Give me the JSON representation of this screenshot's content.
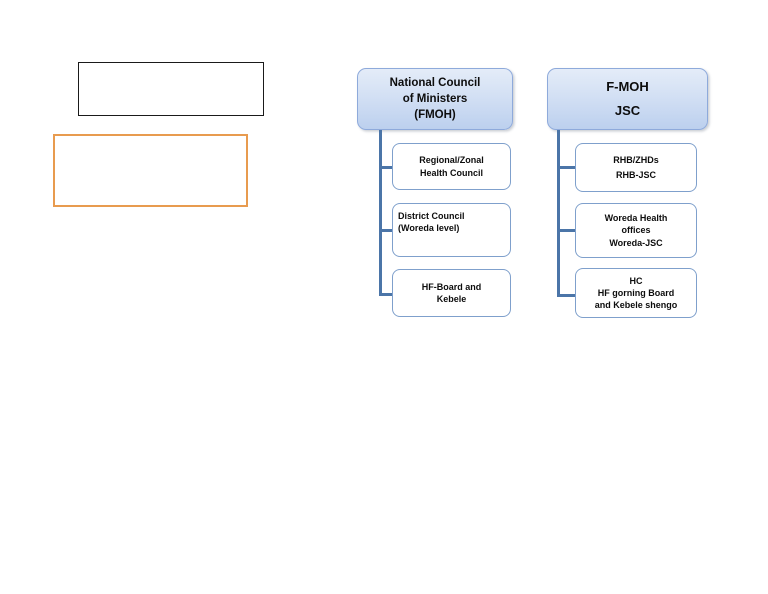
{
  "page": {
    "title": "Health sector governance structure org chart",
    "background_color": "#ffffff"
  },
  "palette": {
    "header_fill_top": "#E4ECF8",
    "header_fill_bottom": "#BCD0EE",
    "header_border": "#8EAADB",
    "child_border": "#7FA0CC",
    "connector": "#4B75A8",
    "placeholder_black_border": "#1a1a1a",
    "placeholder_orange_border": "#E89B4F",
    "text": "#0d0d0d"
  },
  "placeholders": [
    {
      "name": "empty-black-rectangle",
      "border_color": "#1a1a1a",
      "text": ""
    },
    {
      "name": "empty-orange-rectangle",
      "border_color": "#E89B4F",
      "text": ""
    }
  ],
  "chart_data": {
    "type": "diagram",
    "diagram_kind": "organization-chart",
    "title": "",
    "columns": [
      {
        "id": "council-branch",
        "header": {
          "label": "National Council of Ministers (FMOH)",
          "lines": [
            "National  Council",
            "of Ministers",
            "(FMOH)"
          ]
        },
        "children": [
          {
            "label": "Regional/Zonal Health Council",
            "lines": [
              "Regional/Zonal",
              "Health Council"
            ],
            "align": "center"
          },
          {
            "label": "District Council (Woreda level)",
            "lines": [
              "District Council",
              "(Woreda level)"
            ],
            "align": "left-top"
          },
          {
            "label": "HF-Board and Kebele",
            "lines": [
              "HF-Board and",
              "Kebele"
            ],
            "align": "center"
          }
        ]
      },
      {
        "id": "fmoh-jsc-branch",
        "header": {
          "label": "F-MOH JSC",
          "lines": [
            "F-MOH",
            "JSC"
          ]
        },
        "children": [
          {
            "label": "RHB/ZHDs RHB-JSC",
            "lines": [
              "RHB/ZHDs",
              "RHB-JSC"
            ],
            "align": "center"
          },
          {
            "label": "Woreda Health offices Woreda-JSC",
            "lines": [
              "Woreda Health",
              "offices",
              "Woreda-JSC"
            ],
            "align": "center"
          },
          {
            "label": "HC HF gorning Board and Kebele shengo",
            "lines": [
              "HC",
              "HF gorning Board",
              "and Kebele shengo"
            ],
            "align": "center"
          }
        ]
      }
    ]
  }
}
